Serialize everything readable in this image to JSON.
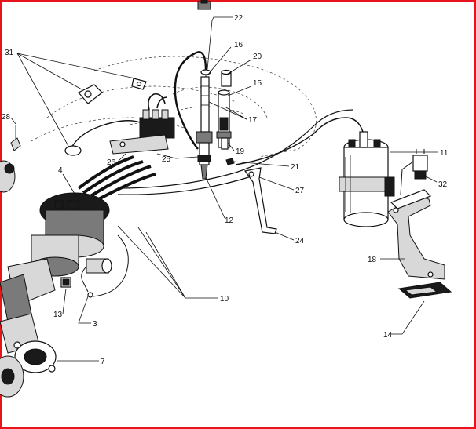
{
  "diagram": {
    "border_color": "#e8141c",
    "ink_color": "#111111",
    "callouts": [
      {
        "id": "c22",
        "label": "22"
      },
      {
        "id": "c16",
        "label": "16"
      },
      {
        "id": "c20",
        "label": "20"
      },
      {
        "id": "c15",
        "label": "15"
      },
      {
        "id": "c17",
        "label": "17"
      },
      {
        "id": "c31",
        "label": "31"
      },
      {
        "id": "c28",
        "label": "28"
      },
      {
        "id": "c4",
        "label": "4"
      },
      {
        "id": "c26",
        "label": "26"
      },
      {
        "id": "c25",
        "label": "25"
      },
      {
        "id": "c19",
        "label": "19"
      },
      {
        "id": "c21",
        "label": "21"
      },
      {
        "id": "c11",
        "label": "11"
      },
      {
        "id": "c32",
        "label": "32"
      },
      {
        "id": "c27",
        "label": "27"
      },
      {
        "id": "c12",
        "label": "12"
      },
      {
        "id": "c24",
        "label": "24"
      },
      {
        "id": "c18",
        "label": "18"
      },
      {
        "id": "c10",
        "label": "10"
      },
      {
        "id": "c13",
        "label": "13"
      },
      {
        "id": "c3",
        "label": "3"
      },
      {
        "id": "c14",
        "label": "14"
      },
      {
        "id": "c7",
        "label": "7"
      }
    ]
  }
}
